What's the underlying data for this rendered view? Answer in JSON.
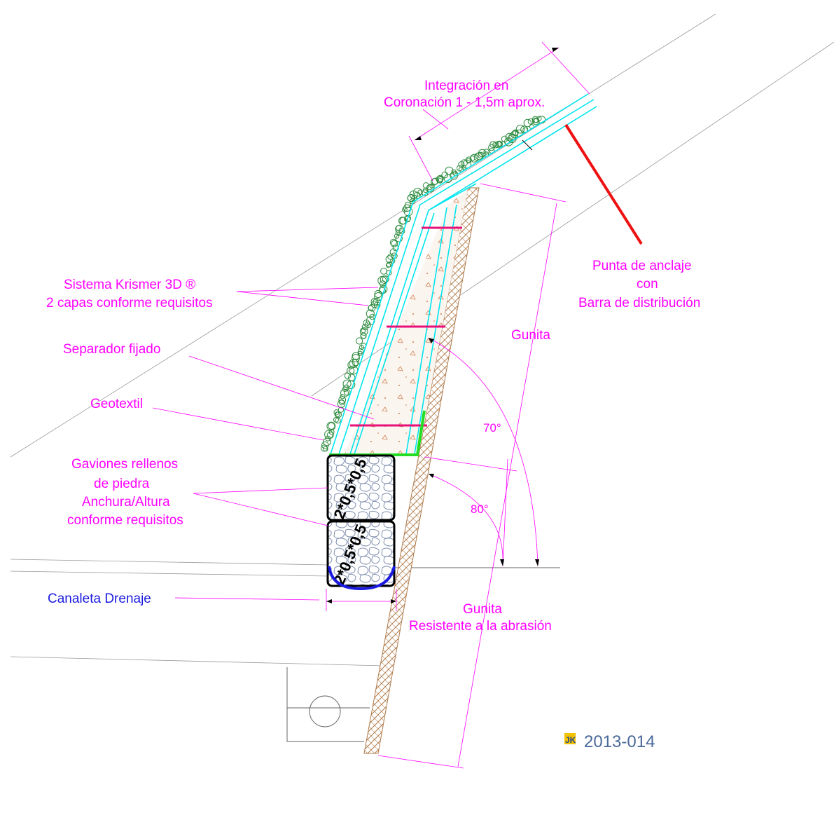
{
  "labels": {
    "integracion_1": "Integración en",
    "integracion_2": "Coronación 1 - 1,5m aprox.",
    "punta_1": "Punta de anclaje",
    "punta_2": "con",
    "punta_3": "Barra de distribución",
    "sistema_1": "Sistema Krismer 3D ®",
    "sistema_2": "2 capas conforme requisitos",
    "separador": "Separador fijado",
    "geotextil": "Geotextil",
    "gaviones_1": "Gaviones rellenos",
    "gaviones_2": "de piedra",
    "gaviones_3": "Anchura/Altura",
    "gaviones_4": "conforme requisitos",
    "canaleta": "Canaleta Drenaje",
    "gunita_top": "Gunita",
    "gunita_bottom_1": "Gunita",
    "gunita_bottom_2": "Resistente a la abrasión",
    "angle_70": "70°",
    "angle_80": "80°",
    "gabion_top": "2*0,5*0,5",
    "gabion_bottom": "2*0,5*0,5",
    "logo": "JK",
    "drawing_ref": "2013-014"
  },
  "colors": {
    "annotation": "#ff00ff",
    "krismer_layers": "#00e5ee",
    "anchor": "#ee1111",
    "separator": "#e8107a",
    "geotextile": "#22dd22",
    "drainage": "#1a1adf",
    "vegetation": "#2e8b3e",
    "gunite_hatch": "#b07a4a",
    "ref_text": "#4a6a9a"
  }
}
